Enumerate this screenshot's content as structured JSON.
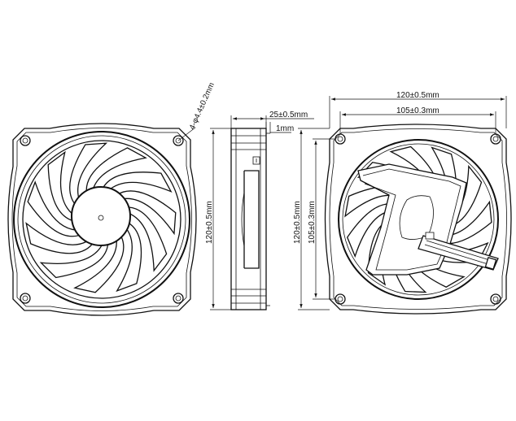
{
  "dimensions": {
    "hole_spec": "4-φ4.4±0.2mm",
    "depth": "25±0.5mm",
    "lip": "1mm",
    "height_side": "120±0.5mm",
    "height_back": "120±0.5mm",
    "hole_pitch_vertical": "105±0.3mm",
    "width_overall": "120±0.5mm",
    "hole_pitch_horizontal": "105±0.3mm"
  },
  "views": {
    "front": "fan-front-view",
    "side": "fan-side-view",
    "back": "fan-back-view"
  },
  "colors": {
    "line": "#111111",
    "background": "#ffffff"
  }
}
